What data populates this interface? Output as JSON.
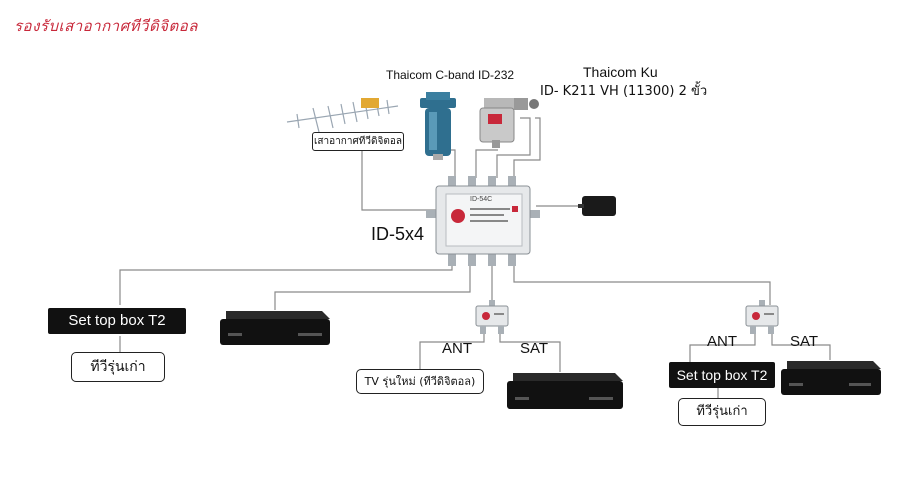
{
  "heading": "รองรับเสาอากาศทีวีดิจิตอล",
  "antenna_label": "เสาอากาศทีวีดิจิตอล",
  "cband_label": "Thaicom C-band ID-232",
  "ku_label_line1": "Thaicom Ku",
  "ku_label_line2": "ID- K211 VH (11300) 2 ขั้ว",
  "multiswitch_label": "ID-5x4",
  "multiswitch_text": "ID-54C",
  "left_branch": {
    "stb_label": "Set top box T2",
    "old_tv_label": "ทีวีรุ่นเก่า"
  },
  "middle_branch": {
    "ant_label": "ANT",
    "sat_label": "SAT",
    "tv_label": "TV รุ่นใหม่ (ทีวีดิจิตอล)"
  },
  "right_branch": {
    "ant_label": "ANT",
    "sat_label": "SAT",
    "stb_label": "Set top box T2",
    "old_tv_label": "ทีวีรุ่นเก่า"
  },
  "colors": {
    "heading": "#c8283a",
    "wire": "#8a8a8a",
    "lnb_blue": "#2f6f8f",
    "box": "#111111"
  }
}
